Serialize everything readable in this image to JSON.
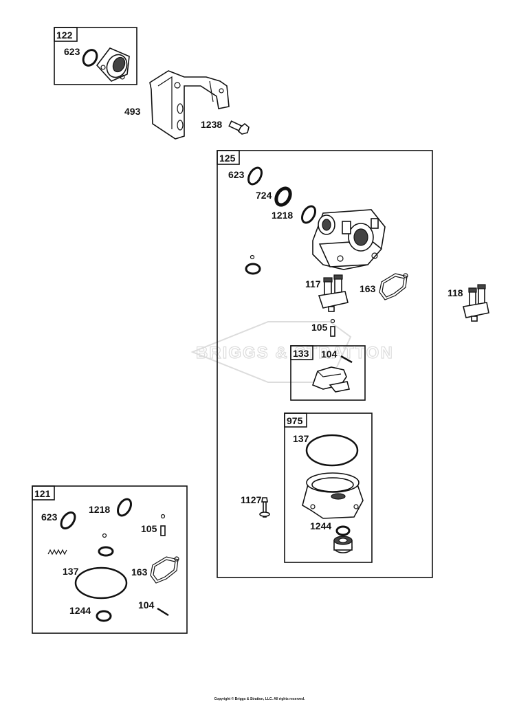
{
  "watermark": "BRIGGS & STRATTON",
  "groups": [
    {
      "id": "122",
      "items": [
        "623"
      ]
    },
    {
      "id": "125",
      "items": [
        "623",
        "724",
        "1218",
        "117",
        "163",
        "105",
        "1127"
      ]
    },
    {
      "id": "133",
      "items": [
        "104"
      ]
    },
    {
      "id": "975",
      "items": [
        "137",
        "1244"
      ]
    },
    {
      "id": "121",
      "items": [
        "623",
        "1218",
        "105",
        "137",
        "163",
        "104",
        "1244"
      ]
    }
  ],
  "labels": {
    "box122": "122",
    "box125": "125",
    "box133": "133",
    "box975": "975",
    "box121": "121",
    "p623_a": "623",
    "p493": "493",
    "p1238": "1238",
    "p623_b": "623",
    "p724": "724",
    "p1218_a": "1218",
    "p117": "117",
    "p163_a": "163",
    "p118": "118",
    "p105_a": "105",
    "p104_a": "104",
    "p137_a": "137",
    "p1127": "1127",
    "p1244_a": "1244",
    "p623_c": "623",
    "p1218_b": "1218",
    "p105_b": "105",
    "p137_b": "137",
    "p163_b": "163",
    "p104_b": "104",
    "p1244_b": "1244"
  },
  "copyright": "Copyright © Briggs & Stratton, LLC. All rights reserved."
}
